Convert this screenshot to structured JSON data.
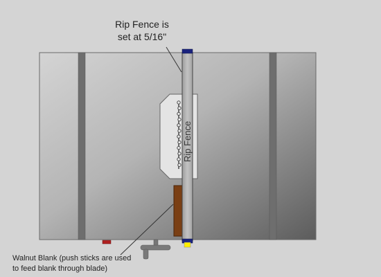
{
  "diagram": {
    "fence_callout_line1": "Rip Fence is",
    "fence_callout_line2": "set at 5/16\"",
    "fence_label": "Rip Fence",
    "blank_callout_line1": "Walnut Blank (push sticks are used",
    "blank_callout_line2": "to feed blank through blade)"
  },
  "colors": {
    "background": "#d4d4d4",
    "table_light": "#d0d0d0",
    "table_dark": "#5a5a5a",
    "miter_slot": "#6e6e6e",
    "fence": "#b4b4b4",
    "walnut_blank": "#7a3f14",
    "fence_knob": "#1a237e",
    "fence_lock": "#ffee00",
    "red_marker": "#b02020",
    "push_stick": "#777777"
  }
}
